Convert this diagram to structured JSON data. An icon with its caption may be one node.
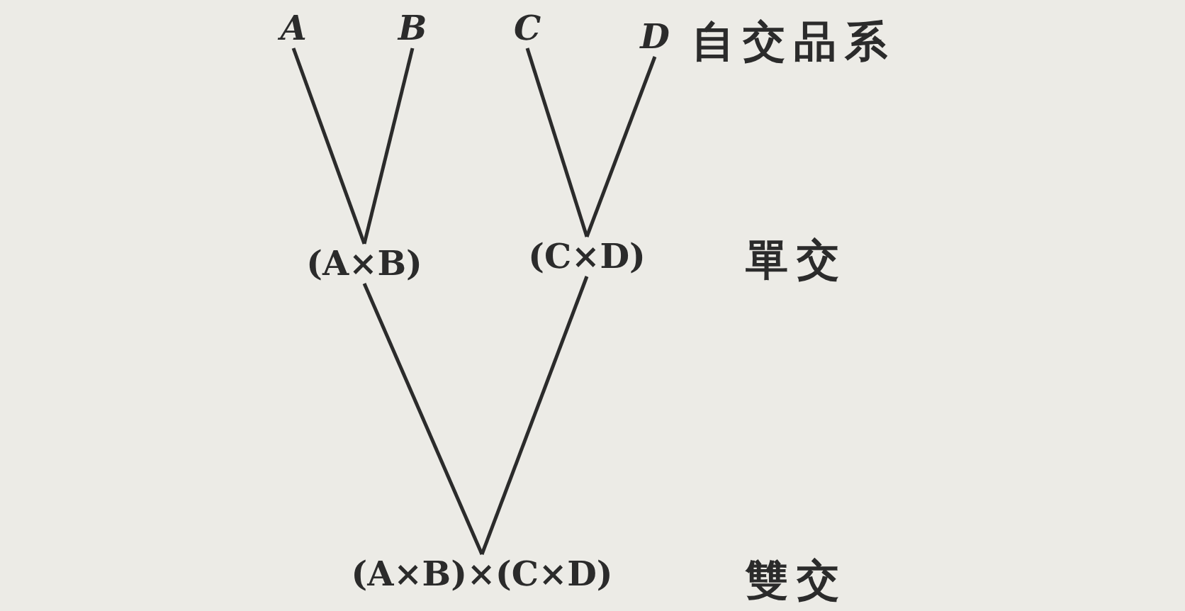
{
  "diagram": {
    "nodes": [
      {
        "text": [
          "A"
        ]
      },
      {
        "text": [
          "B"
        ]
      },
      {
        "text": [
          "C"
        ]
      },
      {
        "text": [
          "D"
        ]
      },
      {
        "text": [
          "(A×B)"
        ]
      },
      {
        "text": [
          "(C×D)"
        ]
      },
      {
        "text": [
          "(A×B)×(C×D)"
        ]
      }
    ],
    "edges": [
      {
        "from": 0,
        "to": 4,
        "arrow": "none"
      },
      {
        "from": 1,
        "to": 4,
        "arrow": "none"
      },
      {
        "from": 2,
        "to": 5,
        "arrow": "none"
      },
      {
        "from": 3,
        "to": 5,
        "arrow": "none"
      },
      {
        "from": 4,
        "to": 6,
        "arrow": "none"
      },
      {
        "from": 5,
        "to": 6,
        "arrow": "none"
      }
    ],
    "labels": [
      "自交品系",
      "單交",
      "雙交"
    ]
  }
}
